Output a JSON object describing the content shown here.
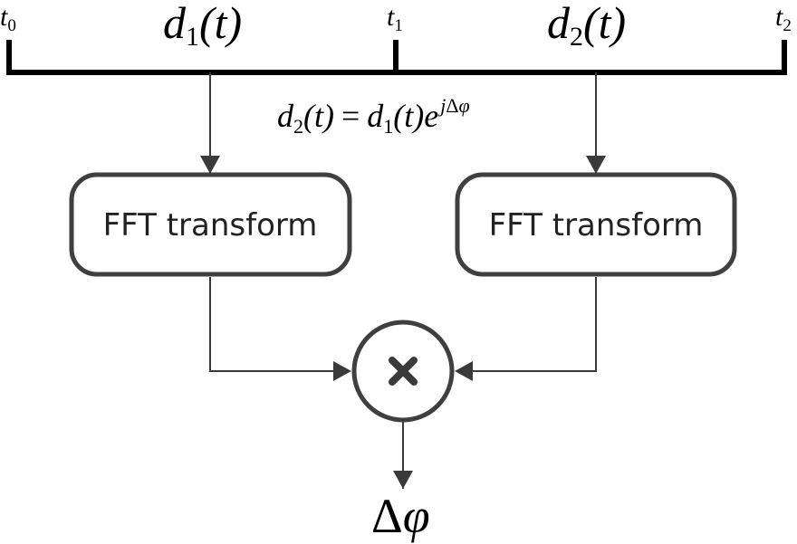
{
  "timeline": {
    "t0": {
      "base": "t",
      "sub": "0"
    },
    "t1": {
      "base": "t",
      "sub": "1"
    },
    "t2": {
      "base": "t",
      "sub": "2"
    },
    "d1": {
      "base": "d",
      "sub": "1",
      "arg": "(t)"
    },
    "d2": {
      "base": "d",
      "sub": "2",
      "arg": "(t)"
    }
  },
  "equation": {
    "lhs_base": "d",
    "lhs_sub": "2",
    "lhs_arg": "(t)",
    "equals": "=",
    "rhs_base": "d",
    "rhs_sub": "1",
    "rhs_arg": "(t)",
    "exp_base": "e",
    "exp_j": "j",
    "exp_delta": "Δ",
    "exp_phi": "φ"
  },
  "boxes": {
    "left_label": "FFT transform",
    "right_label": "FFT transform"
  },
  "multiplier": {
    "symbol": "✖"
  },
  "output": {
    "delta": "Δ",
    "phi": "φ"
  },
  "colors": {
    "line": "#000000",
    "arrow": "#3a3a3a",
    "box_stroke": "#3f3f3f",
    "box_text": "#222222"
  }
}
